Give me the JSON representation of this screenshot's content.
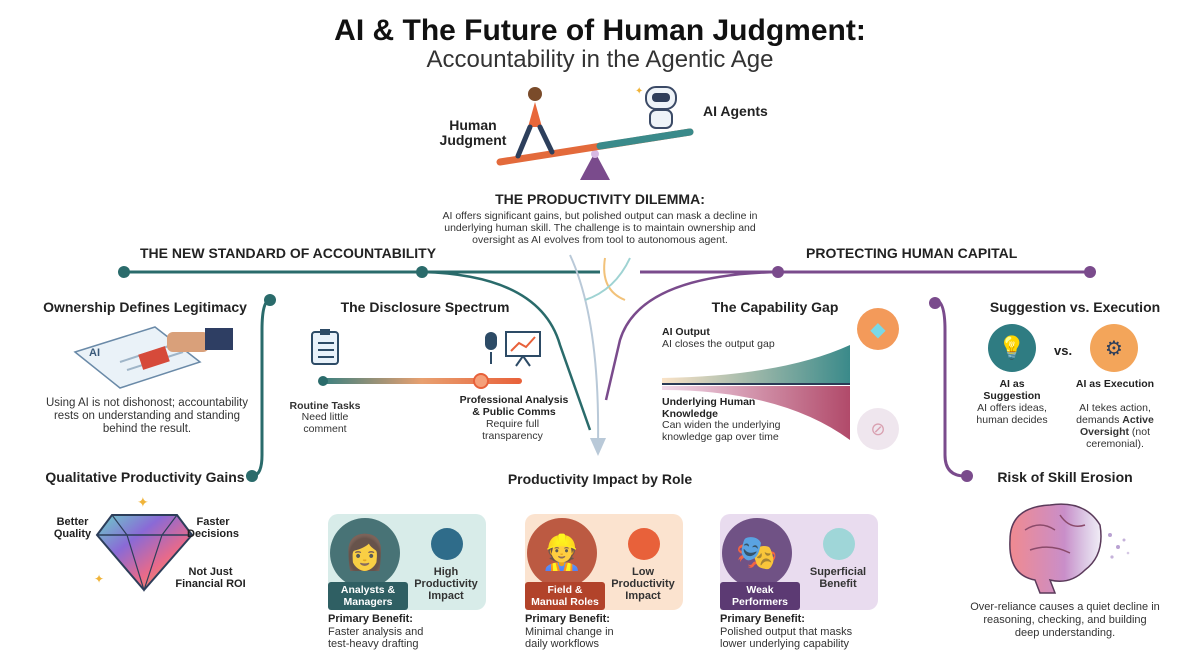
{
  "header": {
    "title": "AI & The Future of Human Judgment:",
    "subtitle": "Accountability in the Agentic Age"
  },
  "seesaw": {
    "human_label": "Human\nJudgment",
    "agents_label": "AI Agents"
  },
  "dilemma": {
    "title": "THE PRODUCTIVITY DILEMMA:",
    "text": "AI offers significant gains, but polished output can mask a decline in underlying human skill. The challenge is to maintain ownership and oversight as AI evolves from tool to autonomous agent."
  },
  "left_section": {
    "heading": "THE NEW STANDARD OF ACCOUNTABILITY",
    "color": "#2a6b6b",
    "ownership": {
      "title": "Ownership Defines Legitimacy",
      "stamp_text": "AI",
      "text": "Using AI is not dishonost; accountability rests on understanding and standing behind the result."
    },
    "disclosure": {
      "title": "The Disclosure Spectrum",
      "routine_title": "Routine Tasks",
      "routine_text": "Need little comment",
      "pro_title": "Professional Analysis & Public Comms",
      "pro_text": "Require full transparency"
    },
    "qualitative": {
      "title": "Qualitative Productivity Gains",
      "better": "Better Quality",
      "faster": "Faster Decisions",
      "not_just": "Not Just Financial ROI"
    }
  },
  "right_section": {
    "heading": "PROTECTING HUMAN CAPITAL",
    "color": "#7a4b8c",
    "capability": {
      "title": "The Capability Gap",
      "ai_output_title": "AI Output",
      "ai_output_text": "AI closes the output gap",
      "knowledge_title": "Underlying Human Knowledge",
      "knowledge_text": "Can widen the underlying knowledge gap over time"
    },
    "suggestion": {
      "title": "Suggestion vs. Execution",
      "vs": "vs.",
      "left_title": "AI as Suggestion",
      "left_text": "AI offers ideas, human decides",
      "right_title": "AI as Execution",
      "right_text_a": "AI tekes action, demands ",
      "right_text_b": "Active Oversight",
      "right_text_c": " (not ceremonial)."
    },
    "erosion": {
      "title": "Risk of Skill Erosion",
      "text": "Over-reliance causes a quiet decline in reasoning, checking, and building deep understanding."
    }
  },
  "roles": {
    "title": "Productivity Impact by Role",
    "cards": [
      {
        "pill": "Analysts & Managers",
        "impact": "High Productivity Impact",
        "benefit_title": "Primary Benefit:",
        "benefit_text": "Faster analysis and test-heavy drafting",
        "bg": "#d8ece9",
        "pill_color": "#2f5f63",
        "dot_color": "#2f6c8a"
      },
      {
        "pill": "Field & Manual Roles",
        "impact": "Low Productivity Impact",
        "benefit_title": "Primary Benefit:",
        "benefit_text": "Minimal change in daily workflows",
        "bg": "#fbe3cf",
        "pill_color": "#b2432a",
        "dot_color": "#e8613a"
      },
      {
        "pill": "Weak Performers",
        "impact": "Superficial Benefit",
        "benefit_title": "Primary Benefit:",
        "benefit_text": "Polished output that masks lower underlying capability",
        "bg": "#e9dcef",
        "pill_color": "#5c3a73",
        "dot_color": "#9fd6d8"
      }
    ]
  }
}
